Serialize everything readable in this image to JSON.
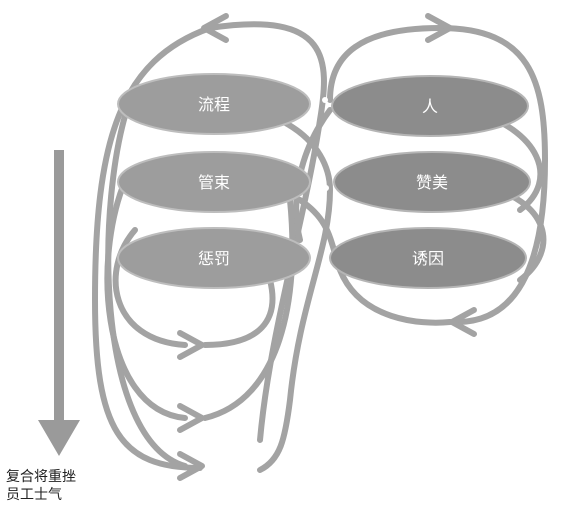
{
  "left_column": [
    {
      "label": "流程"
    },
    {
      "label": "管束"
    },
    {
      "label": "惩罚"
    }
  ],
  "right_column": [
    {
      "label": "人"
    },
    {
      "label": "赞美"
    },
    {
      "label": "诱因"
    }
  ],
  "caption": "复合将重挫\n员工士气",
  "colors": {
    "line": "#a3a3a3",
    "left_oval": "#9d9d9d",
    "right_oval": "#8c8c8c",
    "label_text": "#ffffff",
    "caption_text": "#222222"
  }
}
